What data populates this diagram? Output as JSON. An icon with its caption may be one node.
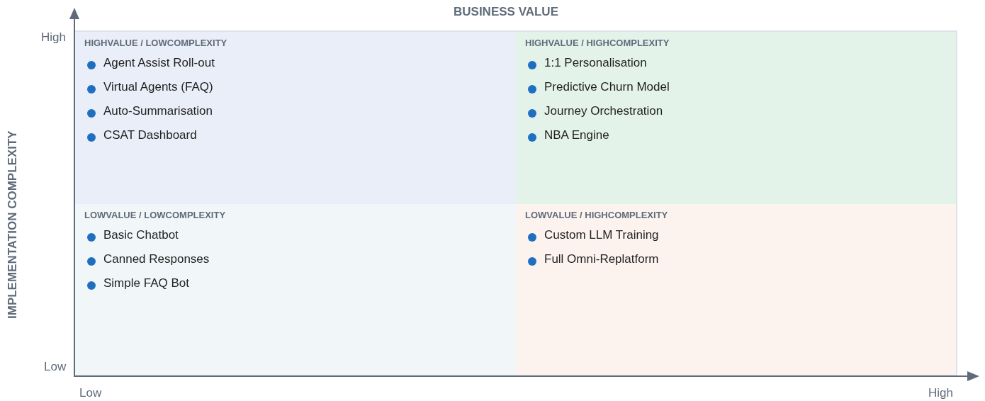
{
  "diagram": {
    "nodes": [
      {
        "text": [
          "HIGHVALUE / LOWCOMPLEXITY",
          "Agent Assist Roll-out",
          "Virtual Agents (FAQ)",
          "Auto-Summarisation",
          "CSAT Dashboard"
        ]
      },
      {
        "text": [
          "HIGHVALUE / HIGHCOMPLEXITY",
          "1:1 Personalisation",
          "Predictive Churn Model",
          "Journey Orchestration",
          "NBA Engine"
        ]
      },
      {
        "text": [
          "LOWVALUE / LOWCOMPLEXITY",
          "Basic Chatbot",
          "Canned Responses",
          "Simple FAQ Bot"
        ]
      },
      {
        "text": [
          "LOWVALUE / HIGHCOMPLEXITY",
          "Custom LLM Training",
          "Full Omni-Replatform"
        ]
      }
    ],
    "labels": [
      "BUSINESS VALUE",
      "High",
      "IMPLEMENTATION COMPLEXITY",
      "Low",
      "Low",
      "High"
    ]
  }
}
